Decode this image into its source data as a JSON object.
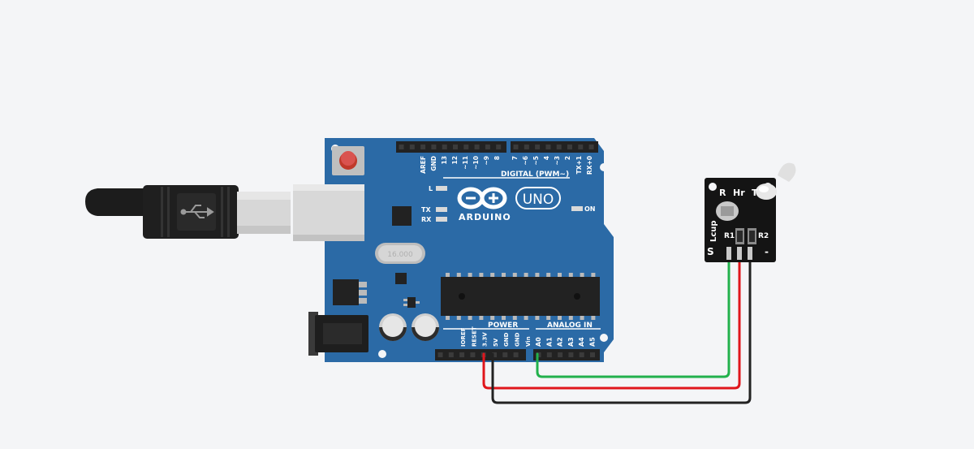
{
  "board": {
    "logo_text": "ARDUINO",
    "model": "UNO",
    "digital_label": "DIGITAL (PWM~)",
    "power_label": "POWER",
    "analog_label": "ANALOG IN",
    "on_label": "ON",
    "led_l": "L",
    "led_tx": "TX",
    "led_rx": "RX",
    "crystal_text": "16.000",
    "digital_pins": [
      "AREF",
      "GND",
      "13",
      "12",
      "~11",
      "~10",
      "~9",
      "8",
      "7",
      "~6",
      "~5",
      "4",
      "~3",
      "2",
      "TX+1",
      "RX+0"
    ],
    "power_pins": [
      "IOREF",
      "RESET",
      "3.3V",
      "5V",
      "GND",
      "GND",
      "Vin"
    ],
    "analog_pins": [
      "A0",
      "A1",
      "A2",
      "A3",
      "A4",
      "A5"
    ]
  },
  "sensor": {
    "label_r": "R",
    "label_hr": "Hr",
    "label_t": "T",
    "label_r1": "R1",
    "label_r2": "R2",
    "label_lcup": "Lcup",
    "label_s": "S",
    "label_minus": "-"
  },
  "colors": {
    "board": "#2b6aa6",
    "wire_signal": "#22b14c",
    "wire_power": "#e0161c",
    "wire_ground": "#222222"
  }
}
